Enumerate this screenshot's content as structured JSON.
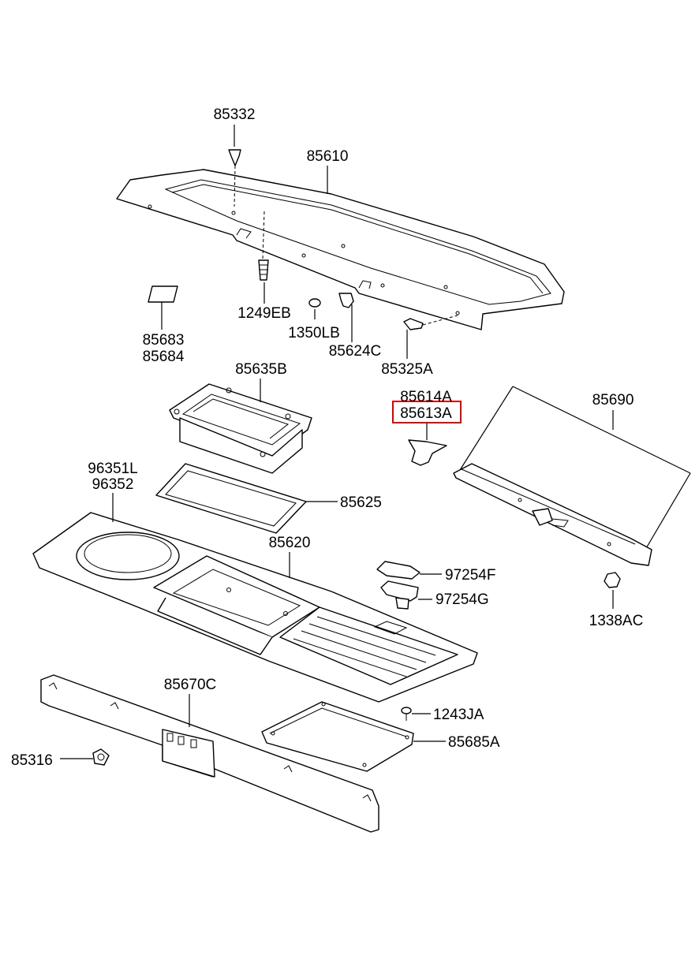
{
  "highlight_color": "#d40000",
  "labels": {
    "p85332": "85332",
    "p85610": "85610",
    "p1249EB": "1249EB",
    "p1350LB": "1350LB",
    "p85624C": "85624C",
    "p85325A": "85325A",
    "p85683": "85683",
    "p85684": "85684",
    "p85635B": "85635B",
    "p85614A": "85614A",
    "p85613A": "85613A",
    "p85690": "85690",
    "p96351L": "96351L",
    "p96352": "96352",
    "p85625": "85625",
    "p85620": "85620",
    "p97254F": "97254F",
    "p97254G": "97254G",
    "p1338AC": "1338AC",
    "p85670C": "85670C",
    "p1243JA": "1243JA",
    "p85316": "85316",
    "p85685A": "85685A"
  }
}
